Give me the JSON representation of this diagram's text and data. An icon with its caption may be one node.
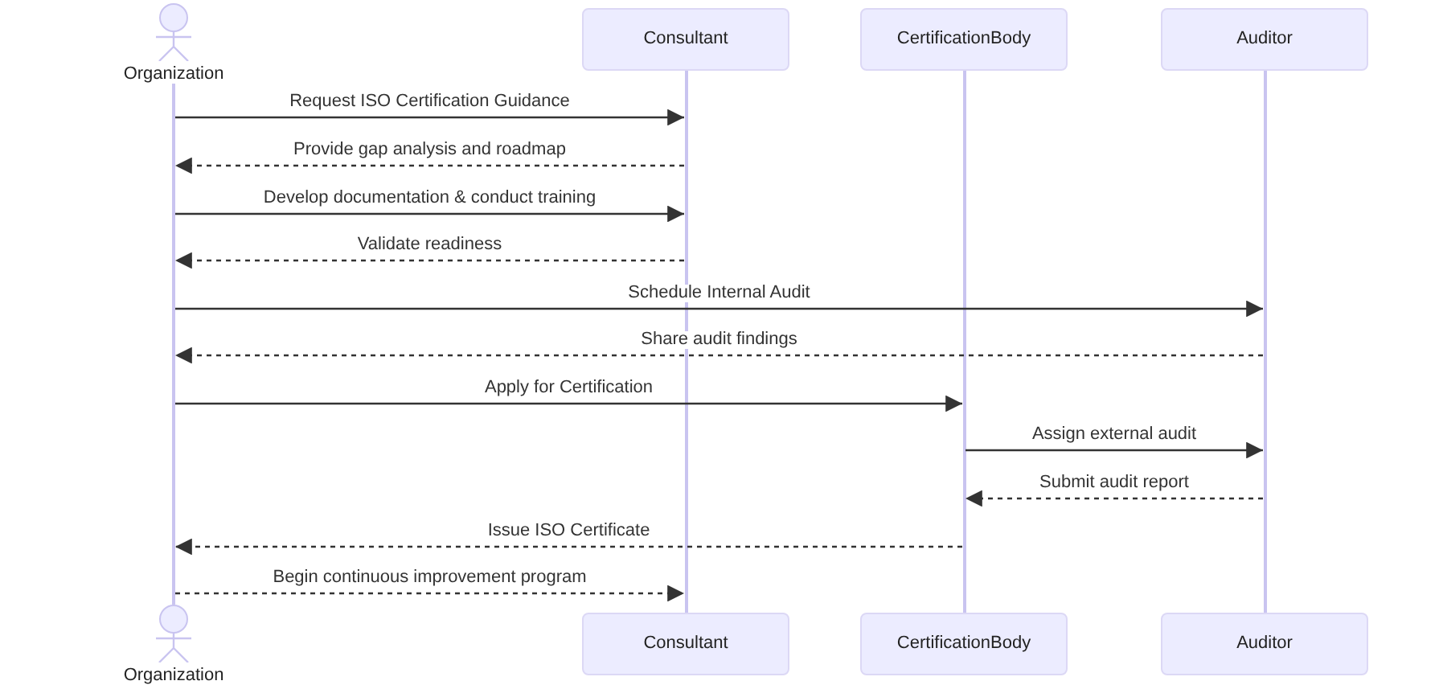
{
  "diagram": {
    "nodes": [
      {
        "text": [
          "Organization"
        ]
      },
      {
        "text": [
          "Consultant"
        ]
      },
      {
        "text": [
          "CertificationBody"
        ]
      },
      {
        "text": [
          "Auditor"
        ]
      },
      {
        "text": [],
        "shape": "line"
      },
      {
        "text": [],
        "shape": "line"
      },
      {
        "text": [],
        "shape": "line"
      },
      {
        "text": [],
        "shape": "line"
      },
      {
        "text": [
          "Organization"
        ]
      },
      {
        "text": [
          "Consultant"
        ]
      },
      {
        "text": [
          "CertificationBody"
        ]
      },
      {
        "text": [
          "Auditor"
        ]
      }
    ],
    "edges": [
      {
        "from": 4,
        "to": 5,
        "arrow": "to",
        "label": "Request ISO Certification Guidance"
      },
      {
        "from": 5,
        "to": 4,
        "arrow": "to",
        "label": "Provide gap analysis and roadmap",
        "style": "dashed"
      },
      {
        "from": 4,
        "to": 5,
        "arrow": "to",
        "label": "Develop documentation & conduct training"
      },
      {
        "from": 5,
        "to": 4,
        "arrow": "to",
        "label": "Validate readiness",
        "style": "dashed"
      },
      {
        "from": 4,
        "to": 7,
        "arrow": "to",
        "label": "Schedule Internal Audit"
      },
      {
        "from": 7,
        "to": 4,
        "arrow": "to",
        "label": "Share audit findings",
        "style": "dashed"
      },
      {
        "from": 4,
        "to": 6,
        "arrow": "to",
        "label": "Apply for Certification"
      },
      {
        "from": 6,
        "to": 7,
        "arrow": "to",
        "label": "Assign external audit"
      },
      {
        "from": 7,
        "to": 6,
        "arrow": "to",
        "label": "Submit audit report",
        "style": "dashed"
      },
      {
        "from": 6,
        "to": 4,
        "arrow": "to",
        "label": "Issue ISO Certificate",
        "style": "dashed"
      },
      {
        "from": 4,
        "to": 5,
        "arrow": "to",
        "label": "Begin continuous improvement program",
        "style": "dashed"
      }
    ]
  }
}
